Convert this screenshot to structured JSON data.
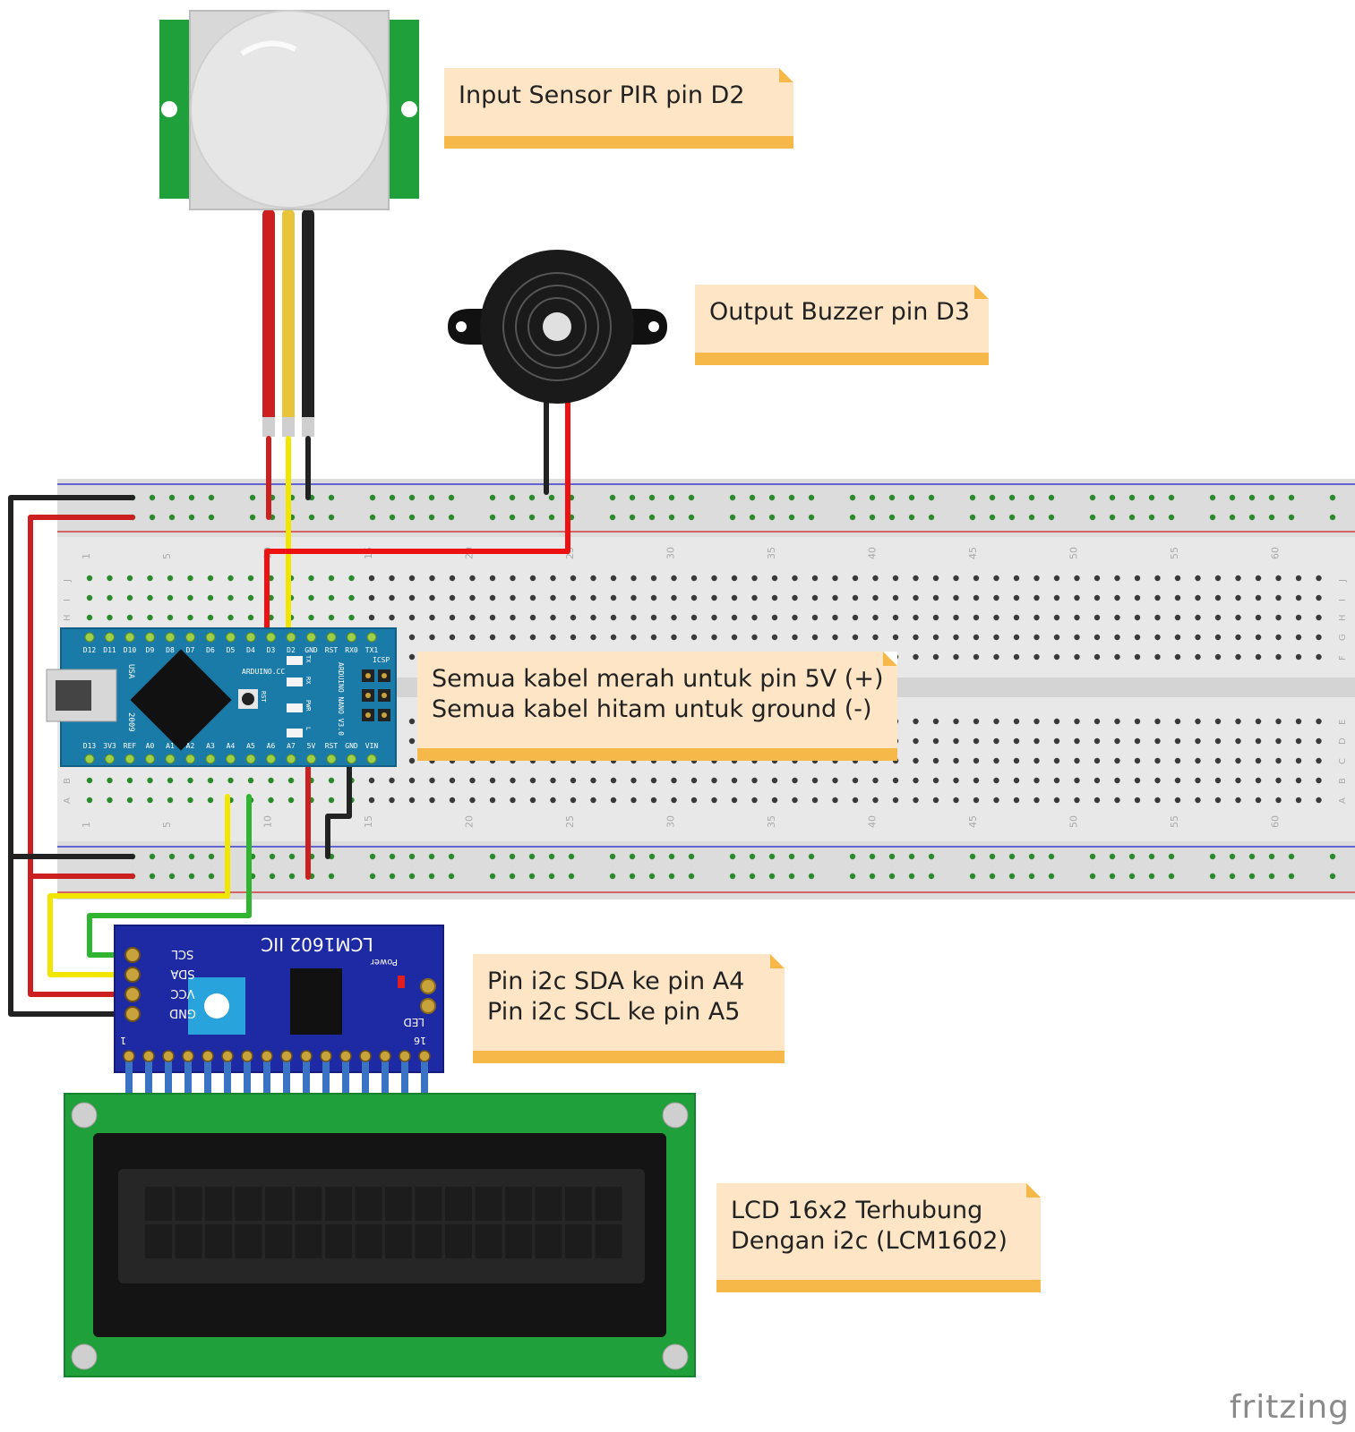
{
  "notes": {
    "pir": "Input Sensor PIR pin D2",
    "buzzer": "Output Buzzer pin D3",
    "power_line1": "Semua kabel merah untuk pin 5V (+)",
    "power_line2": "Semua kabel hitam untuk ground (-)",
    "i2c_line1": "Pin i2c SDA ke pin A4",
    "i2c_line2": "Pin i2c SCL ke pin A5",
    "lcd_line1": "LCD 16x2 Terhubung",
    "lcd_line2": "Dengan i2c (LCM1602)"
  },
  "breadboard": {
    "column_numbers": [
      "1",
      "5",
      "10",
      "15",
      "20",
      "25",
      "30",
      "35",
      "40",
      "45",
      "50",
      "55",
      "60"
    ],
    "row_letters_top": [
      "J",
      "I",
      "H",
      "G",
      "F"
    ],
    "row_letters_bottom": [
      "E",
      "D",
      "C",
      "B",
      "A"
    ]
  },
  "arduino": {
    "top_pins": [
      "D12",
      "D11",
      "D10",
      "D9",
      "D8",
      "D7",
      "D6",
      "D5",
      "D4",
      "D3",
      "D2",
      "GND",
      "RST",
      "RX0",
      "TX1"
    ],
    "bottom_pins": [
      "D13",
      "3V3",
      "REF",
      "A0",
      "A1",
      "A2",
      "A3",
      "A4",
      "A5",
      "A6",
      "A7",
      "5V",
      "RST",
      "GND",
      "VIN"
    ],
    "brand": "ARDUINO.CC",
    "model": "ARDUINO NANO V3.0",
    "usa": "USA",
    "year": "2009",
    "icsp": "ICSP",
    "leds": [
      "TX",
      "RX",
      "PWR",
      "L"
    ],
    "rst": "RST"
  },
  "i2c_module": {
    "title": "LCM1602 IIC",
    "pins": [
      "SCL",
      "SDA",
      "VCC",
      "GND"
    ],
    "power": "Power",
    "led": "LED",
    "pin1": "1",
    "pin16": "16"
  },
  "wire_colors": {
    "red": "#cc1f1f",
    "black": "#222222",
    "yellow": "#f2e600",
    "green": "#2fb52f",
    "blue": "#3a73c4"
  },
  "logo": "fritzing"
}
